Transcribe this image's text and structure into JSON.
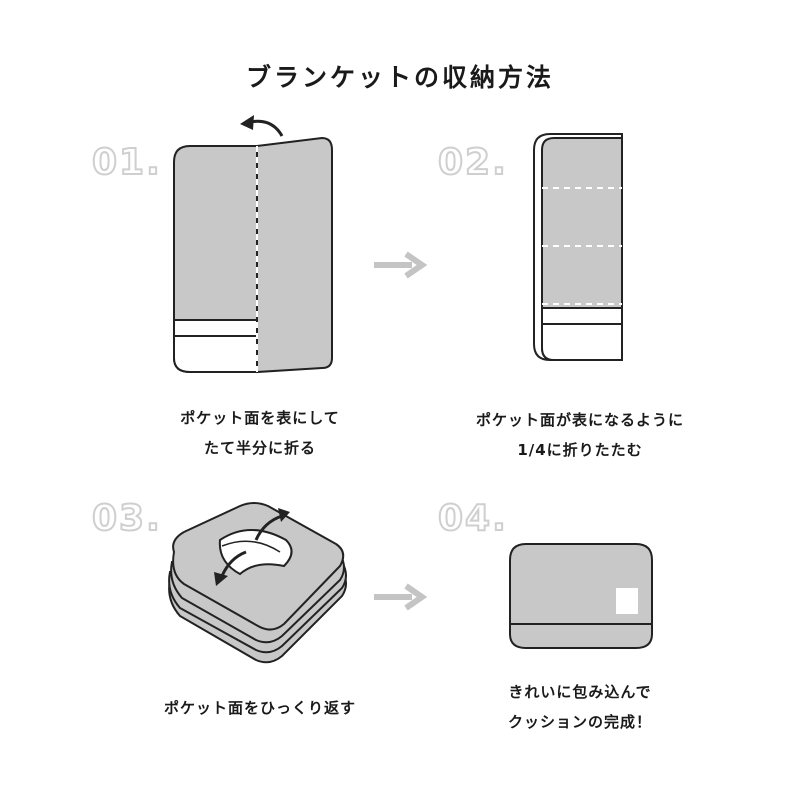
{
  "title": "ブランケットの収納方法",
  "steps": [
    {
      "number": "01.",
      "caption_lines": [
        "ポケット面を表にして",
        "たて半分に折る"
      ]
    },
    {
      "number": "02.",
      "caption_lines": [
        "ポケット面が表になるように",
        "1/4に折りたたむ"
      ]
    },
    {
      "number": "03.",
      "caption_lines": [
        "ポケット面をひっくり返す"
      ]
    },
    {
      "number": "04.",
      "caption_lines": [
        "きれいに包み込んで",
        "クッションの完成！"
      ]
    }
  ],
  "colors": {
    "fabric": "#c8c8c8",
    "outline": "#222222",
    "step_number": "#cfcfcf",
    "arrow": "#c4c4c4"
  },
  "icons": [
    "rotate-arrow-icon",
    "right-arrow-icon",
    "flip-arrow-icon"
  ]
}
